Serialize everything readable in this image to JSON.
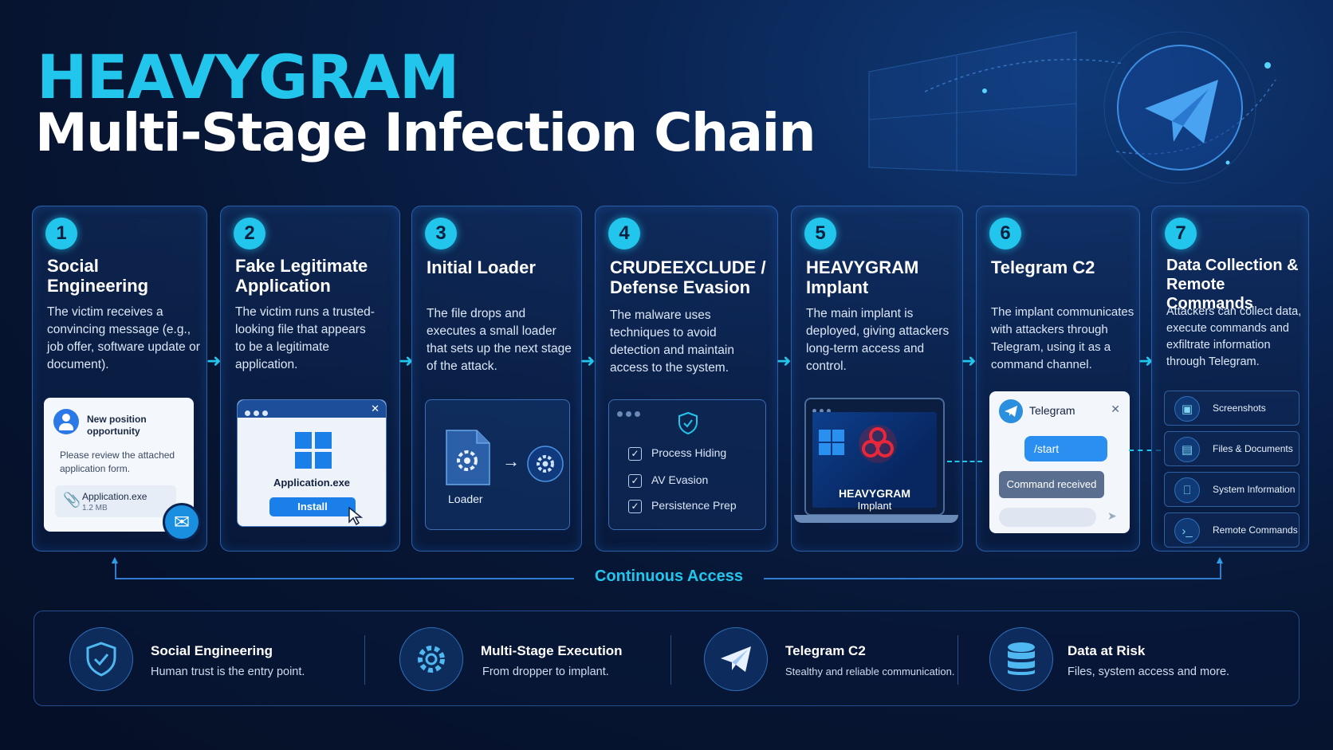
{
  "header": {
    "title_line1": "HEAVYGRAM",
    "title_line2": "Multi-Stage Infection Chain"
  },
  "stages": [
    {
      "number": "1",
      "title": "Social Engineering",
      "description": "The victim receives a convincing message (e.g., job offer, software update or document).",
      "mock": {
        "heading": "New position opportunity",
        "body": "Please review the attached application form.",
        "attachment_name": "Application.exe",
        "attachment_size": "1.2 MB"
      }
    },
    {
      "number": "2",
      "title": "Fake Legitimate Application",
      "description": "The victim runs a trusted-looking file that appears to be a legitimate application.",
      "mock": {
        "app_name": "Application.exe",
        "button_label": "Install"
      }
    },
    {
      "number": "3",
      "title": "Initial Loader",
      "description": "The file drops and executes a small loader that sets up the next stage of the attack.",
      "mock": {
        "label": "Loader"
      }
    },
    {
      "number": "4",
      "title": "CRUDEEXCLUDE / Defense Evasion",
      "description": "The malware uses techniques to avoid detection and maintain access to the system.",
      "mock": {
        "items": [
          "Process Hiding",
          "AV Evasion",
          "Persistence Prep"
        ]
      }
    },
    {
      "number": "5",
      "title": "HEAVYGRAM Implant",
      "description": "The main implant is deployed, giving attackers long-term access and control.",
      "mock": {
        "screen_title": "HEAVYGRAM",
        "screen_subtitle": "Implant"
      }
    },
    {
      "number": "6",
      "title": "Telegram C2",
      "description": "The implant communicates with attackers through Telegram, using it as a command channel.",
      "mock": {
        "app_name": "Telegram",
        "sent_message": "/start",
        "received_message": "Command received"
      }
    },
    {
      "number": "7",
      "title": "Data Collection & Remote Commands",
      "description": "Attackers can collect data, execute commands and exfiltrate information through Telegram.",
      "mock": {
        "items": [
          "Screenshots",
          "Files & Documents",
          "System Information",
          "Remote Commands"
        ]
      }
    }
  ],
  "loop_label": "Continuous Access",
  "features": [
    {
      "title": "Social Engineering",
      "description": "Human trust is the entry point.",
      "icon": "shield-icon"
    },
    {
      "title": "Multi-Stage Execution",
      "description": "From dropper to implant.",
      "icon": "gear-icon"
    },
    {
      "title": "Telegram C2",
      "description": "Stealthy and reliable communication.",
      "icon": "telegram-icon"
    },
    {
      "title": "Data at Risk",
      "description": "Files, system access and more.",
      "icon": "database-icon"
    }
  ],
  "colors": {
    "accent": "#22c6ec",
    "background": "#071634",
    "border": "#2a5fa8"
  }
}
